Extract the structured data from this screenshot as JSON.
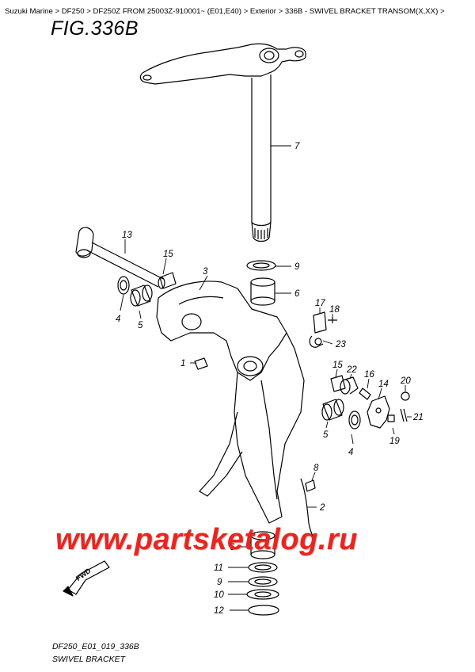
{
  "breadcrumb": [
    "Suzuki Marine",
    "DF250",
    "DF250Z FROM 25003Z-910001~ (E01,E40)",
    "Exterior",
    "336B - SWIVEL BRACKET TRANSOM(X,XX)"
  ],
  "breadcrumb_sep": " >",
  "figure_title": "FIG.336B",
  "callouts": [
    "7",
    "13",
    "15",
    "3",
    "9",
    "6",
    "4",
    "5",
    "17",
    "18",
    "23",
    "1",
    "15",
    "22",
    "16",
    "14",
    "20",
    "21",
    "5",
    "4",
    "19",
    "8",
    "2",
    "6",
    "11",
    "9",
    "10",
    "12"
  ],
  "watermark": "www.partsketalog.ru",
  "fwd_label": "FWD",
  "footer": {
    "code": "DF250_E01_019_336B",
    "name": "SWIVEL BRACKET"
  },
  "colors": {
    "watermark": "#e8261f",
    "line": "#000000"
  }
}
